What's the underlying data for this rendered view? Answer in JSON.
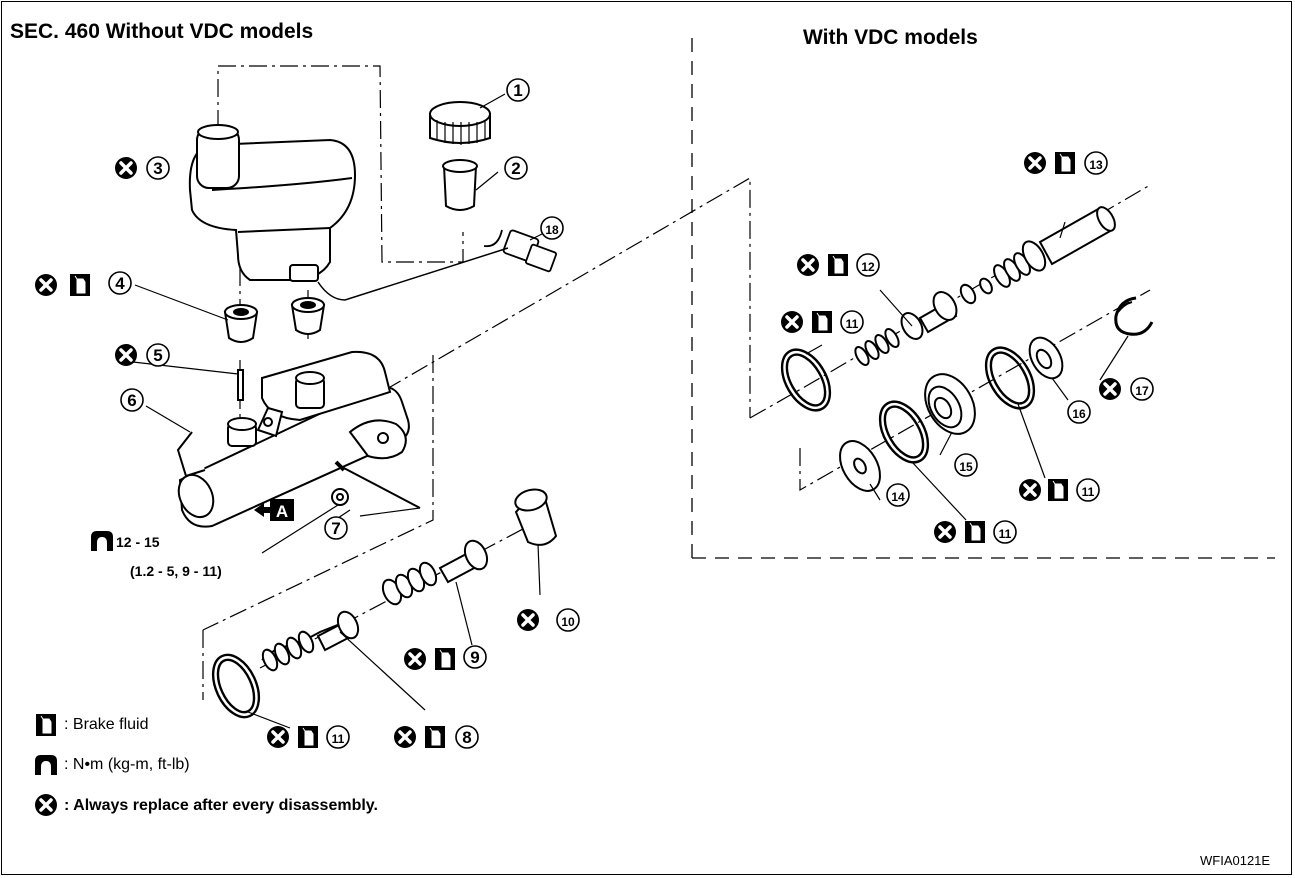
{
  "title_left": "SEC. 460 Without VDC models",
  "title_right": "With VDC models",
  "torque": {
    "value": "12 - 15",
    "alt": "(1.2 - 5, 9 - 11)"
  },
  "view_marker": "A",
  "legend": {
    "brake_fluid": ": Brake fluid",
    "torque_units": ": N•m (kg-m, ft-lb)",
    "replace": ": Always replace after every disassembly."
  },
  "figure_code": "WFIA0121E",
  "labels": [
    "1",
    "2",
    "3",
    "4",
    "5",
    "6",
    "7",
    "8",
    "9",
    "10",
    "11",
    "12",
    "13",
    "14",
    "15",
    "16",
    "17",
    "18"
  ],
  "icons": {
    "replace": "x-circle-icon",
    "brake_fluid": "brake-fluid-can-icon",
    "torque": "torque-wrench-icon"
  }
}
